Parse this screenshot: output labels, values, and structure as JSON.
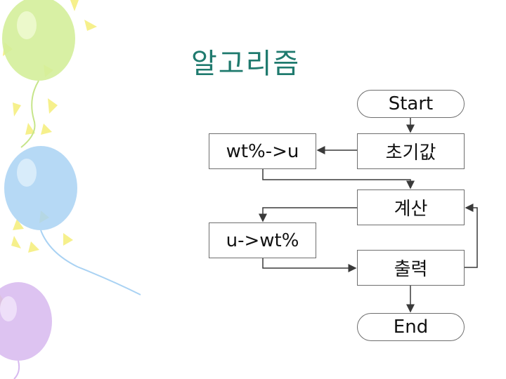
{
  "title": "알고리즘",
  "nodes": {
    "start": "Start",
    "init": "초기값",
    "wt_to_u": "wt%->u",
    "calc": "계산",
    "u_to_wt": "u->wt%",
    "output": "출력",
    "end": "End"
  },
  "colors": {
    "title": "#1f7a6e",
    "border": "#6e6e6e",
    "edge": "#3a3a3a",
    "balloon_green": "#d4ee9a",
    "balloon_blue": "#a9d2f3",
    "balloon_purple": "#d7b9ef",
    "balloon_yellow": "#f6f08c"
  },
  "decorations": [
    "balloon-green",
    "balloon-blue",
    "balloon-purple",
    "confetti"
  ]
}
